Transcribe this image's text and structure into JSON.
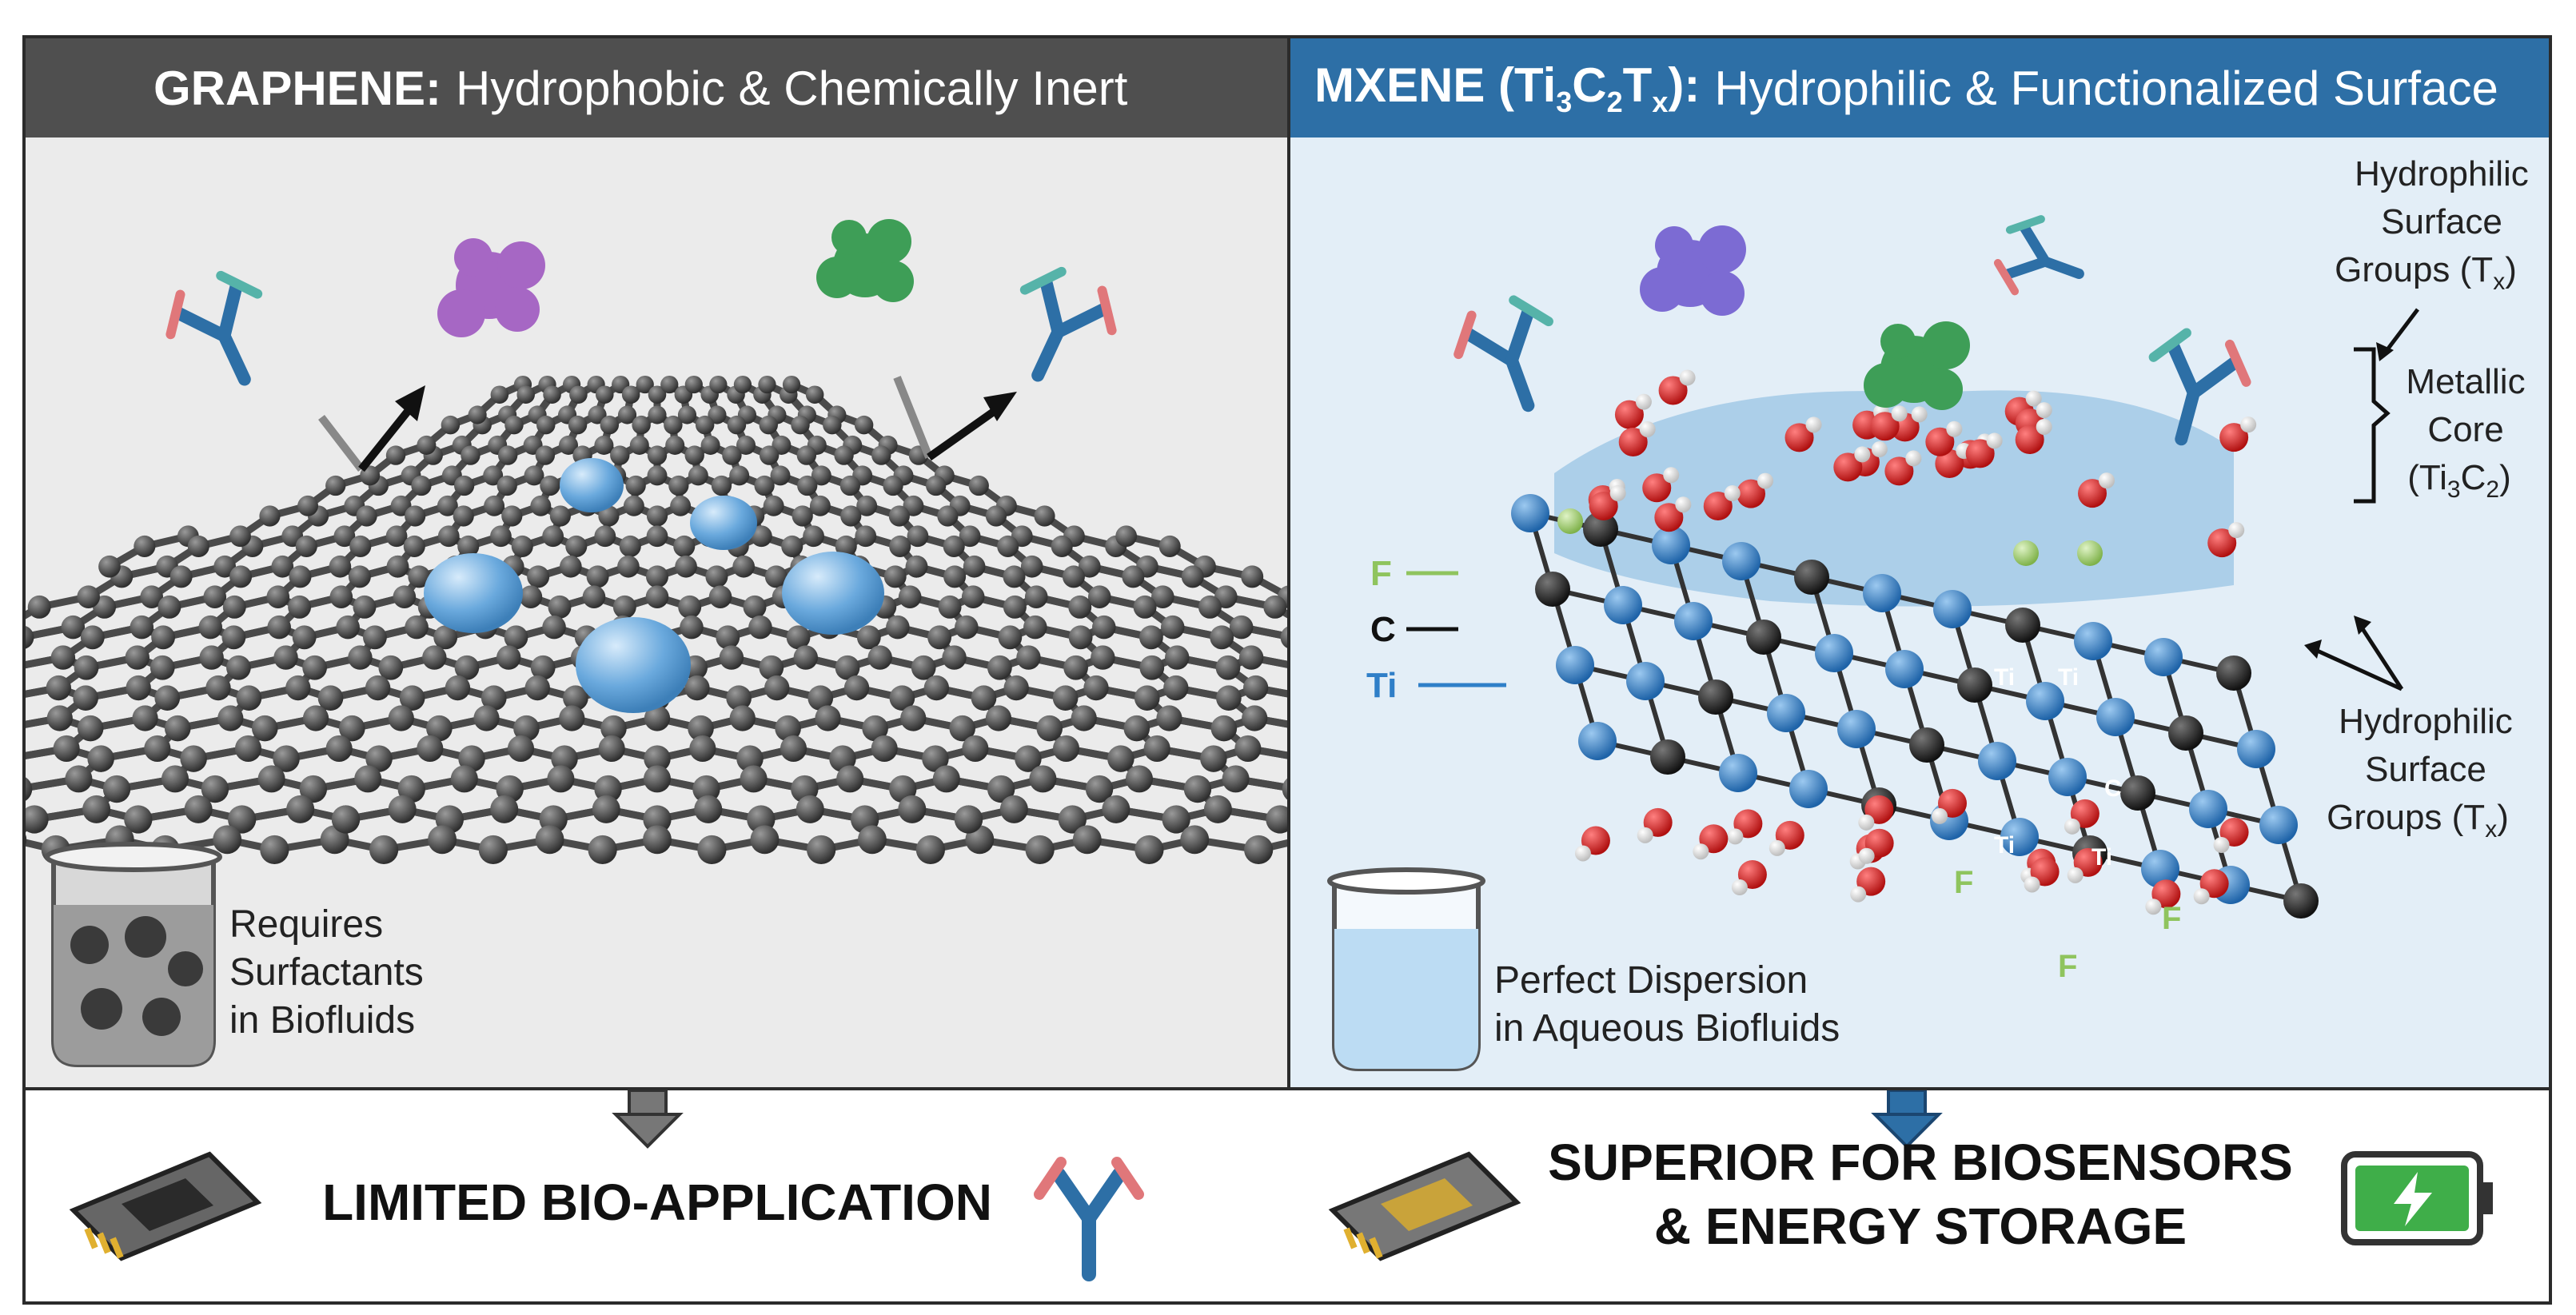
{
  "graphene": {
    "title_bold": "GRAPHENE:",
    "title_rest": "Hydrophobic & Chemically Inert",
    "beaker_note": [
      "Requires",
      "Surfactants",
      "in Biofluids"
    ],
    "outcome": "LIMITED BIO-APPLICATION"
  },
  "mxene": {
    "title_bold_prefix": "MXENE (Ti",
    "title_sub1": "3",
    "title_mid": "C",
    "title_sub2": "2",
    "title_mid2": "T",
    "title_sub3": "x",
    "title_bold_suffix": "):",
    "title_rest": "Hydrophilic & Functionalized Surface",
    "labels": {
      "top_groups": [
        "Hydrophilic",
        "Surface",
        "Groups (T"
      ],
      "core": [
        "Metallic",
        "Core",
        "(Ti"
      ],
      "bottom_groups": [
        "Hydrophilic",
        "Surface",
        "Groups (T"
      ],
      "sub_x": "x",
      "sub_3": "3",
      "sub_2": "2",
      "core_c": "C",
      "close_paren": ")"
    },
    "atom_legend": {
      "f": "F",
      "c": "C",
      "ti": "Ti"
    },
    "atom_tags": {
      "ti": "Ti",
      "c": "C",
      "f": "F"
    },
    "beaker_note": [
      "Perfect Dispersion",
      "in Aqueous Biofluids"
    ],
    "outcome": [
      "SUPERIOR FOR BIOSENSORS",
      "& ENERGY STORAGE"
    ]
  },
  "colors": {
    "graphene_header": "#4f4f4f",
    "mxene_header": "#2d6fa6",
    "titanium": "#2f7fc8",
    "carbon": "#2a2a2a",
    "oxygen": "#d42020",
    "fluorine": "#8fc45e",
    "water_drop": "#6aa9dd",
    "protein_purple": "#a667c4",
    "protein_green": "#3e9e57",
    "battery_green": "#3fae49"
  }
}
